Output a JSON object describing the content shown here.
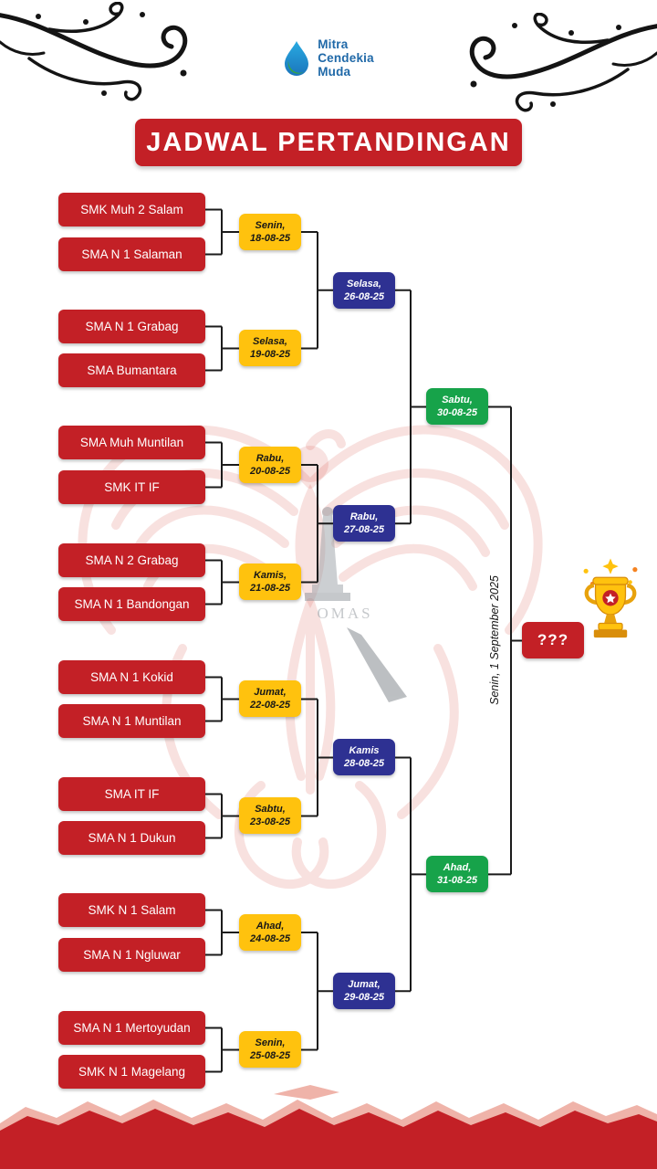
{
  "logo": {
    "line1": "Mitra",
    "line2": "Cendekia",
    "line3": "Muda"
  },
  "title": "JADWAL PERTANDINGAN",
  "bracket": {
    "teams": [
      "SMK Muh 2 Salam",
      "SMA N 1 Salaman",
      "SMA N 1 Grabag",
      "SMA Bumantara",
      "SMA Muh Muntilan",
      "SMK IT IF",
      "SMA N 2 Grabag",
      "SMA N 1 Bandongan",
      "SMA N 1 Kokid",
      "SMA N 1 Muntilan",
      "SMA IT IF",
      "SMA N 1 Dukun",
      "SMK N 1 Salam",
      "SMA N 1 Ngluwar",
      "SMA N 1 Mertoyudan",
      "SMK N 1 Magelang"
    ],
    "round1": [
      {
        "day": "Senin,",
        "date": "18-08-25"
      },
      {
        "day": "Selasa,",
        "date": "19-08-25"
      },
      {
        "day": "Rabu,",
        "date": "20-08-25"
      },
      {
        "day": "Kamis,",
        "date": "21-08-25"
      },
      {
        "day": "Jumat,",
        "date": "22-08-25"
      },
      {
        "day": "Sabtu,",
        "date": "23-08-25"
      },
      {
        "day": "Ahad,",
        "date": "24-08-25"
      },
      {
        "day": "Senin,",
        "date": "25-08-25"
      }
    ],
    "quarterfinals": [
      {
        "day": "Selasa,",
        "date": "26-08-25"
      },
      {
        "day": "Rabu,",
        "date": "27-08-25"
      },
      {
        "day": "Kamis",
        "date": "28-08-25"
      },
      {
        "day": "Jumat,",
        "date": "29-08-25"
      }
    ],
    "semifinals": [
      {
        "day": "Sabtu,",
        "date": "30-08-25"
      },
      {
        "day": "Ahad,",
        "date": "31-08-25"
      }
    ],
    "final": {
      "date_label": "Senin, 1 September 2025",
      "winner": "???"
    }
  },
  "watermark_text": "OMAS",
  "colors": {
    "red": "#C32026",
    "yellow": "#FFC20E",
    "navy": "#2E3192",
    "green": "#17A34A"
  }
}
